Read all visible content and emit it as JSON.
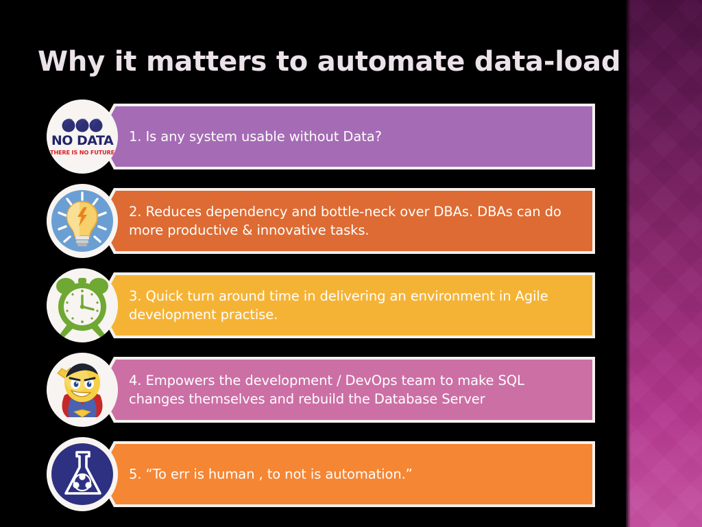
{
  "slide": {
    "title": "Why it matters to automate data-load",
    "background_color": "#000000",
    "title_color": "#ece2e9"
  },
  "side_panel": {
    "name": "decorative-purple-panel",
    "gradient_from": "#4a1140",
    "gradient_to": "#c455a2",
    "pattern": "diamond-argyle"
  },
  "items": [
    {
      "number": "1.",
      "text": "1. Is any system usable without Data?",
      "color": "#a56bb5",
      "icon": "no-data-icon",
      "icon_labels": {
        "main": "NO DATA",
        "sub": "THERE IS NO FUTURE"
      }
    },
    {
      "number": "2.",
      "text": "2. Reduces dependency and bottle-neck over DBAs. DBAs can do more productive & innovative tasks.",
      "color": "#dd6b33",
      "icon": "lightbulb-icon"
    },
    {
      "number": "3.",
      "text": "3. Quick turn around time in delivering an environment in Agile development practise.",
      "color": "#f5b335",
      "icon": "alarm-clock-icon"
    },
    {
      "number": "4.",
      "text": "4. Empowers the development / DevOps team to make SQL changes themselves and rebuild the Database Server",
      "color": "#cc6fa5",
      "icon": "superhero-icon"
    },
    {
      "number": "5.",
      "text": "5. “To err is human , to not is automation.”",
      "color": "#f58634",
      "icon": "flask-icon"
    }
  ]
}
